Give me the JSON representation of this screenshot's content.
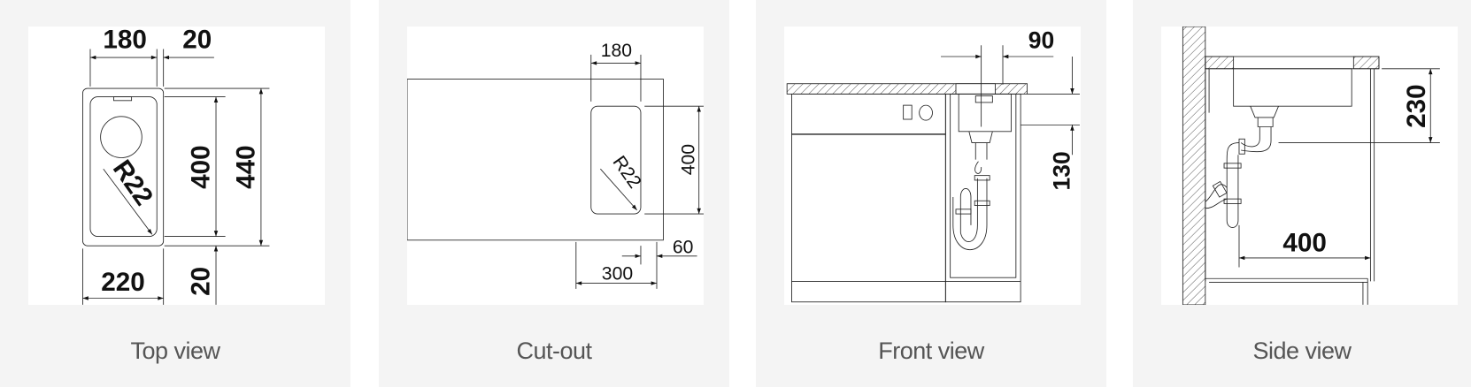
{
  "views": [
    {
      "label": "Top view",
      "dims": {
        "width_top": "180",
        "rim_top": "20",
        "inner_length": "400",
        "outer_length": "440",
        "outer_width": "220",
        "rim_bottom": "20",
        "radius": "R22"
      }
    },
    {
      "label": "Cut-out",
      "dims": {
        "width": "180",
        "length": "400",
        "radius": "R22",
        "offset_60": "60",
        "offset_300": "300"
      }
    },
    {
      "label": "Front view",
      "dims": {
        "drain_offset": "90",
        "depth": "130"
      }
    },
    {
      "label": "Side view",
      "dims": {
        "height": "230",
        "depth": "400"
      }
    }
  ]
}
